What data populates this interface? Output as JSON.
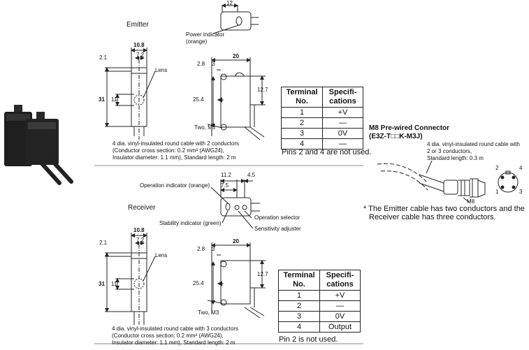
{
  "emitter": {
    "title": "Emitter",
    "dim_width": "10.8",
    "dim_inner": "7.2",
    "dim_left": "2.1",
    "dim_height": "31",
    "dim_lens": "11",
    "dim_top": "12",
    "dim_depth": "20",
    "dim_side_a": "2.8",
    "dim_side_b": "3",
    "dim_side_h": "12.7",
    "dim_axis": "25.4",
    "label_power": "Power indicator",
    "label_power_color": "(orange)",
    "label_lens": "Lens",
    "label_screw": "Two, M3",
    "cable_line1": "4 dia. vinyl-insulated round cable with 2 conductors",
    "cable_line2": "(Conductor cross section: 0.2 mm² (AWG24),",
    "cable_line3": "Insulator diameter: 1.1 mm), Standard length: 2 m",
    "table": {
      "header_terminal": "Terminal No.",
      "header_spec": "Specifi-cations",
      "rows": [
        {
          "no": "1",
          "spec": "+V"
        },
        {
          "no": "2",
          "spec": "—"
        },
        {
          "no": "3",
          "spec": "0V"
        },
        {
          "no": "4",
          "spec": "—"
        }
      ]
    },
    "pin_note": "Pins 2 and 4 are not used."
  },
  "receiver": {
    "title": "Receiver",
    "dim_width": "10.8",
    "dim_inner": "7.2",
    "dim_left": "2.1",
    "dim_height": "31",
    "dim_lens": "11",
    "dim_top_a": "11.2",
    "dim_top_b": "4.5",
    "dim_top_c": "7.5",
    "dim_depth": "20",
    "dim_side_a": "2.8",
    "dim_side_b": "3",
    "dim_side_h": "12.7",
    "dim_axis": "25.4",
    "label_operation": "Operation indicator (orange)",
    "label_stability": "Stability indicator (green)",
    "label_selector": "Operation selector",
    "label_sensitivity": "Sensitivity adjuster",
    "label_lens": "Lens",
    "label_screw": "Two, M3",
    "cable_line1": "4 dia. vinyl-insulated round cable with 3 conductors",
    "cable_line2": "(Conductor cross section: 0.2 mm² (AWG24),",
    "cable_line3": "Insulator diameter: 1.1 mm), Standard length: 2 m",
    "table": {
      "header_terminal": "Terminal No.",
      "header_spec": "Specifi-cations",
      "rows": [
        {
          "no": "1",
          "spec": "+V"
        },
        {
          "no": "2",
          "spec": "—"
        },
        {
          "no": "3",
          "spec": "0V"
        },
        {
          "no": "4",
          "spec": "Output"
        }
      ]
    },
    "pin_note": "Pin 2 is not used."
  },
  "connector": {
    "title_line1": "M8 Pre-wired Connector",
    "title_line2": "(E3Z-T□□K-M3J)",
    "desc_line1": "4 dia. vinyl-insulated round cable with",
    "desc_line2": "2 or 3 conductors,",
    "desc_line3": "Standard length: 0.3 m",
    "label_m8": "M8",
    "pins": [
      "2",
      "4",
      "1",
      "3"
    ],
    "footnote_line1": "* The Emitter cable has two conductors and the",
    "footnote_line2": "Receiver cable has three conductors."
  },
  "colors": {
    "line": "#222222",
    "housing": "#1e1e1e",
    "arrow": "#d0281e"
  }
}
